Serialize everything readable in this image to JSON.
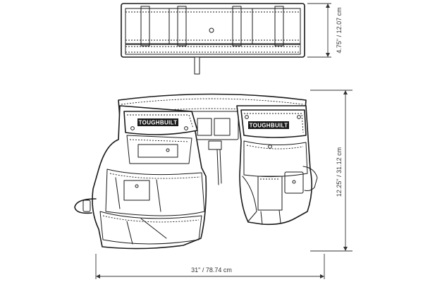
{
  "brand": {
    "left_label": "TOUGHBUILT",
    "right_label": "TOUGHBUILT"
  },
  "dimensions": {
    "width": "31\" / 78.74 cm",
    "belt_height": "4.75\" / 12.07 cm",
    "pouch_height": "12.25\" / 31.12 cm"
  },
  "colors": {
    "ink": "#1a1a1a",
    "label_fill": "#1a1a1a",
    "label_text": "#ffffff",
    "dimension_line": "#333333"
  }
}
